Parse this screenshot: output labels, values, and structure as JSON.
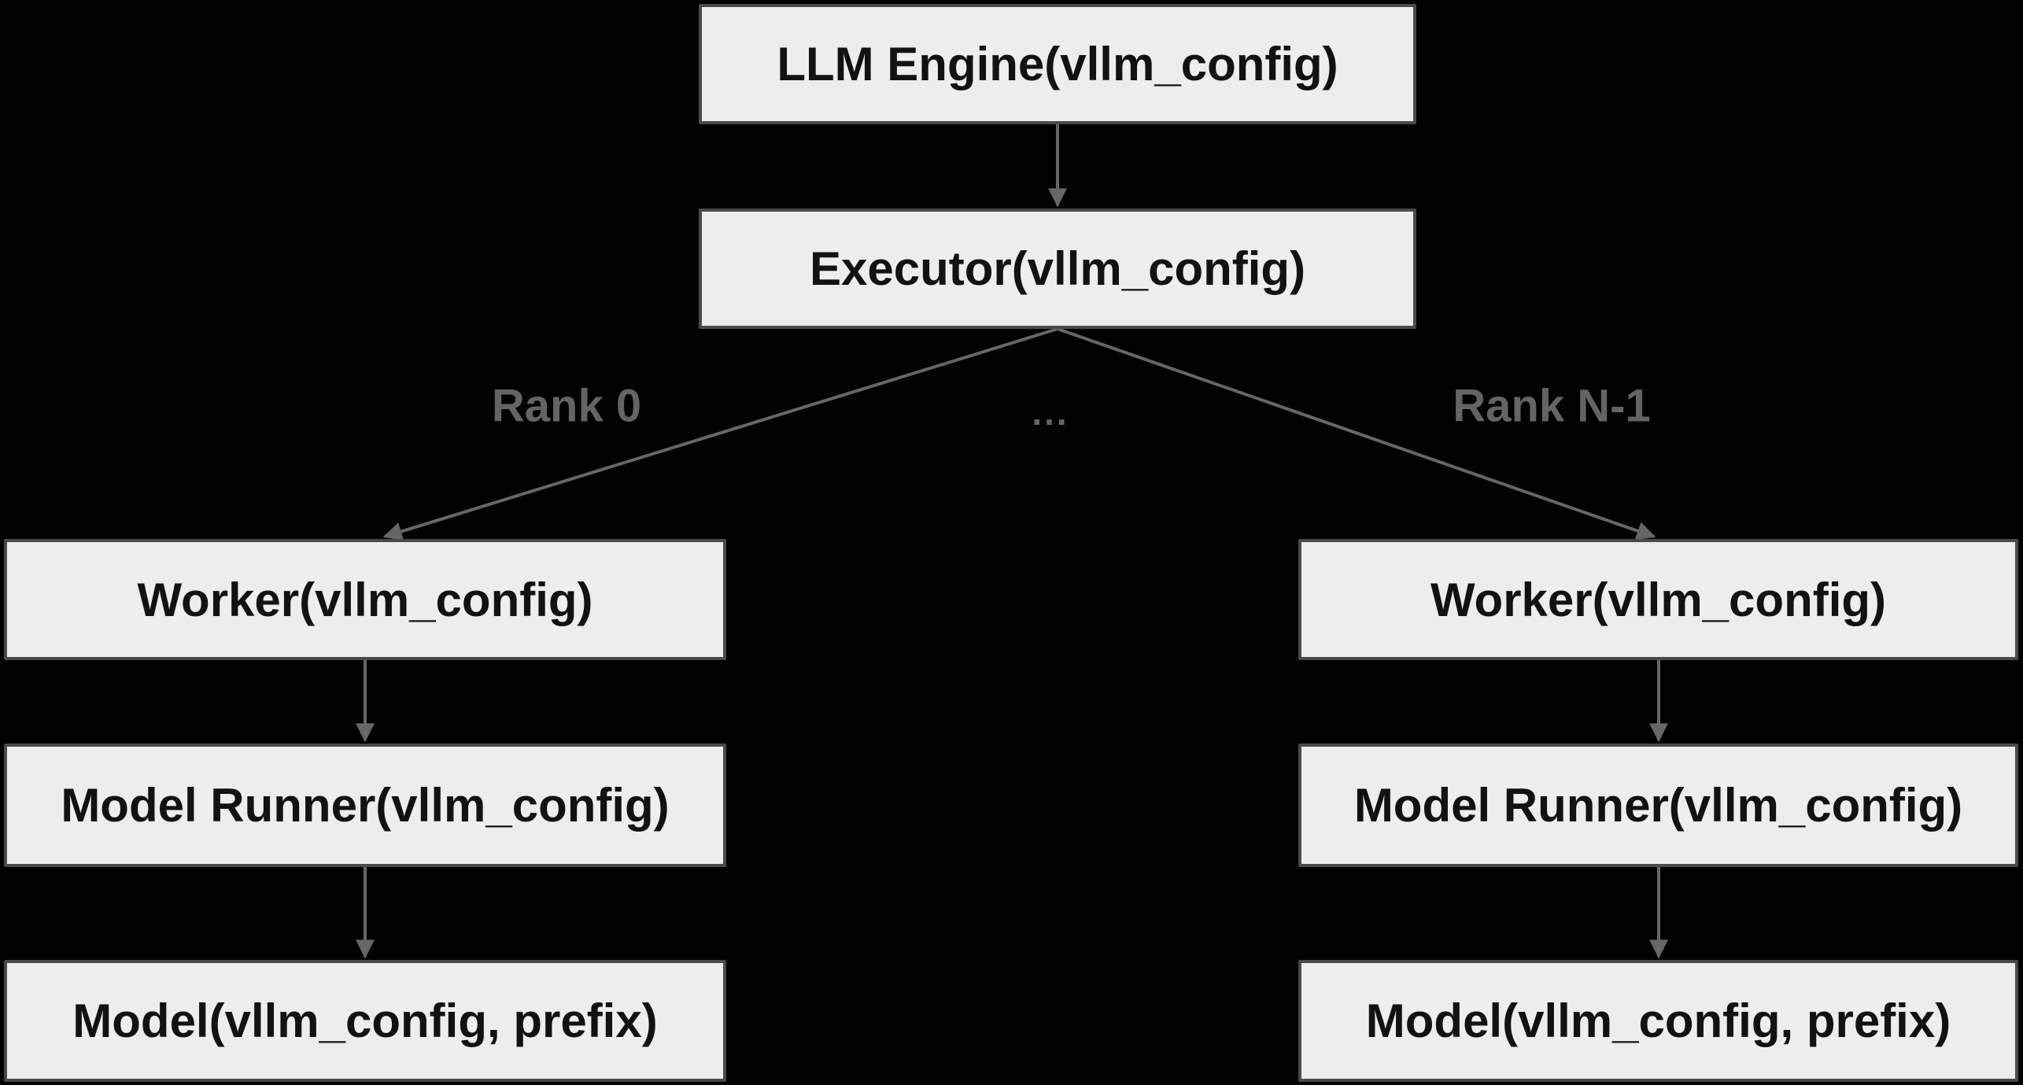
{
  "diagram": {
    "type": "flowchart",
    "direction": "top-down",
    "nodes": {
      "llm_engine": {
        "label": "LLM Engine(vllm_config)"
      },
      "executor": {
        "label": "Executor(vllm_config)"
      },
      "worker_left": {
        "label": "Worker(vllm_config)"
      },
      "worker_right": {
        "label": "Worker(vllm_config)"
      },
      "model_runner_left": {
        "label": "Model Runner(vllm_config)"
      },
      "model_runner_right": {
        "label": "Model Runner(vllm_config)"
      },
      "model_left": {
        "label": "Model(vllm_config, prefix)"
      },
      "model_right": {
        "label": "Model(vllm_config, prefix)"
      }
    },
    "edge_labels": {
      "rank_first": "Rank 0",
      "ellipsis": "...",
      "rank_last": "Rank N-1"
    },
    "edges": [
      {
        "from": "llm_engine",
        "to": "executor",
        "label": ""
      },
      {
        "from": "executor",
        "to": "worker_left",
        "label": "Rank 0"
      },
      {
        "from": "executor",
        "to": "worker_right",
        "label": "Rank N-1"
      },
      {
        "from": "worker_left",
        "to": "model_runner_left",
        "label": ""
      },
      {
        "from": "worker_right",
        "to": "model_runner_right",
        "label": ""
      },
      {
        "from": "model_runner_left",
        "to": "model_left",
        "label": ""
      },
      {
        "from": "model_runner_right",
        "to": "model_right",
        "label": ""
      }
    ],
    "colors": {
      "background": "#000000",
      "node_fill": "#ededed",
      "node_border": "#4a4a4a",
      "node_text": "#121212",
      "edge_line": "#666666",
      "edge_label_text": "#646464"
    }
  }
}
